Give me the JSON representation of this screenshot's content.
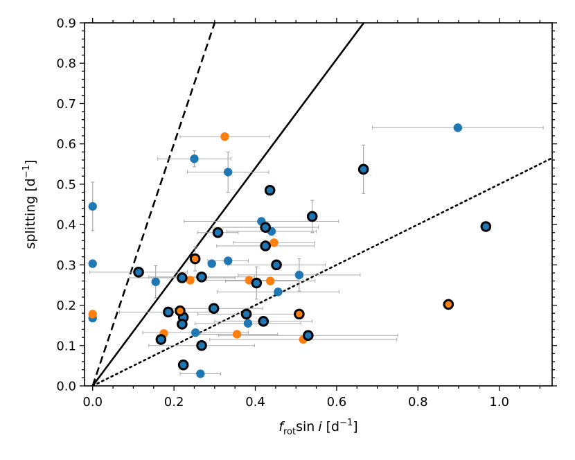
{
  "chart_data": {
    "type": "scatter",
    "xlabel": {
      "base": "f",
      "sub": "rot",
      "mid": "sin",
      "ital": "i",
      "unit": " [d",
      "exp": "−1",
      "close": "]"
    },
    "ylabel": {
      "text": "splitting [d",
      "exp": "−1",
      "close": "]"
    },
    "xlim": [
      -0.02,
      1.13
    ],
    "ylim": [
      0.0,
      0.9
    ],
    "xticks": [
      0.0,
      0.2,
      0.4,
      0.6,
      0.8,
      1.0
    ],
    "xtick_labels": [
      "0.0",
      "0.2",
      "0.4",
      "0.6",
      "0.8",
      "1.0"
    ],
    "yticks": [
      0.0,
      0.1,
      0.2,
      0.3,
      0.4,
      0.5,
      0.6,
      0.7,
      0.8,
      0.9
    ],
    "ytick_labels": [
      "0.0",
      "0.1",
      "0.2",
      "0.3",
      "0.4",
      "0.5",
      "0.6",
      "0.7",
      "0.8",
      "0.9"
    ],
    "grid": false,
    "colors": {
      "blue": "#1f77b4",
      "orange": "#ff7f0e",
      "edge": "#000000",
      "errorbar": "#aaaaaa",
      "line": "#000000"
    },
    "reference_lines": [
      {
        "style": "dashed",
        "slope": 3.0
      },
      {
        "style": "solid",
        "slope": 1.35
      },
      {
        "style": "dotted",
        "slope": 0.5
      }
    ],
    "series": [
      {
        "marker": "blue",
        "points": [
          {
            "x": 0.0,
            "y": 0.445,
            "yerr": 0.06
          },
          {
            "x": 0.0,
            "y": 0.303
          },
          {
            "x": 0.0,
            "y": 0.168
          },
          {
            "x": 0.155,
            "y": 0.258,
            "yerr": 0.04
          },
          {
            "x": 0.25,
            "y": 0.563,
            "xerr": 0.09,
            "yerr": 0.02
          },
          {
            "x": 0.333,
            "y": 0.53,
            "xerr": 0.1,
            "yerr": 0.05
          },
          {
            "x": 0.898,
            "y": 0.64,
            "xerr": 0.21
          },
          {
            "x": 0.415,
            "y": 0.408,
            "xerr": 0.19
          },
          {
            "x": 0.44,
            "y": 0.383,
            "xerr": 0.11
          },
          {
            "x": 0.293,
            "y": 0.303
          },
          {
            "x": 0.333,
            "y": 0.31,
            "xerr": 0.05
          },
          {
            "x": 0.508,
            "y": 0.275,
            "xerr": 0.15,
            "yerr": 0.04
          },
          {
            "x": 0.456,
            "y": 0.233,
            "xerr": 0.15
          },
          {
            "x": 0.382,
            "y": 0.155,
            "xerr": 0.13
          },
          {
            "x": 0.253,
            "y": 0.132,
            "xerr": 0.13
          },
          {
            "x": 0.265,
            "y": 0.03,
            "xerr": 0.05
          }
        ]
      },
      {
        "marker": "orange",
        "points": [
          {
            "x": 0.325,
            "y": 0.618,
            "xerr": 0.11
          },
          {
            "x": 0.0,
            "y": 0.178
          },
          {
            "x": 0.24,
            "y": 0.262
          },
          {
            "x": 0.385,
            "y": 0.262,
            "xerr": 0.12
          },
          {
            "x": 0.437,
            "y": 0.26,
            "xerr": 0.11
          },
          {
            "x": 0.446,
            "y": 0.355,
            "xerr": 0.1
          },
          {
            "x": 0.175,
            "y": 0.13
          },
          {
            "x": 0.355,
            "y": 0.128,
            "xerr": 0.1
          },
          {
            "x": 0.518,
            "y": 0.115,
            "xerr": 0.23
          }
        ]
      },
      {
        "marker": "blue-edged",
        "points": [
          {
            "x": 0.666,
            "y": 0.537,
            "yerr": 0.06
          },
          {
            "x": 0.436,
            "y": 0.485
          },
          {
            "x": 0.54,
            "y": 0.42,
            "yerr": 0.04
          },
          {
            "x": 0.308,
            "y": 0.38,
            "xerr": 0.05
          },
          {
            "x": 0.425,
            "y": 0.393,
            "xerr": 0.13
          },
          {
            "x": 0.425,
            "y": 0.347,
            "xerr": 0.12
          },
          {
            "x": 0.452,
            "y": 0.3,
            "xerr": 0.12
          },
          {
            "x": 0.113,
            "y": 0.282,
            "xerr": 0.12
          },
          {
            "x": 0.22,
            "y": 0.268,
            "xerr": 0.13
          },
          {
            "x": 0.268,
            "y": 0.27,
            "xerr": 0.13
          },
          {
            "x": 0.403,
            "y": 0.255,
            "yerr": 0.04
          },
          {
            "x": 0.298,
            "y": 0.192,
            "xerr": 0.12
          },
          {
            "x": 0.186,
            "y": 0.183,
            "xerr": 0.12
          },
          {
            "x": 0.378,
            "y": 0.178,
            "xerr": 0.12
          },
          {
            "x": 0.223,
            "y": 0.17
          },
          {
            "x": 0.22,
            "y": 0.153
          },
          {
            "x": 0.42,
            "y": 0.16,
            "xerr": 0.12
          },
          {
            "x": 0.168,
            "y": 0.115
          },
          {
            "x": 0.268,
            "y": 0.1,
            "xerr": 0.13
          },
          {
            "x": 0.53,
            "y": 0.125,
            "xerr": 0.22
          },
          {
            "x": 0.223,
            "y": 0.052
          },
          {
            "x": 0.967,
            "y": 0.395
          }
        ]
      },
      {
        "marker": "orange-edged",
        "points": [
          {
            "x": 0.252,
            "y": 0.315,
            "yerr": 0.03
          },
          {
            "x": 0.215,
            "y": 0.186
          },
          {
            "x": 0.508,
            "y": 0.178
          },
          {
            "x": 0.875,
            "y": 0.202
          }
        ]
      }
    ]
  }
}
